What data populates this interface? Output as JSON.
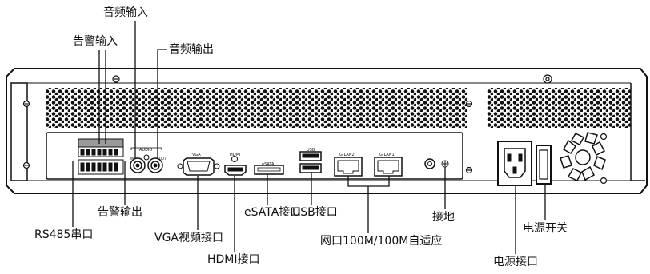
{
  "labels": {
    "audio_in": "音频输入",
    "alarm_in": "告警输入",
    "audio_out": "音频输出",
    "alarm_out": "告警输出",
    "rs485": "RS485串口",
    "vga": "VGA视频接口",
    "hdmi": "HDMI接口",
    "esata": "eSATA接口",
    "usb": "USB接口",
    "ethernet": "网口100M/100M自适应",
    "ground": "接地",
    "power_switch": "电源开关",
    "power_inlet": "电源接口"
  },
  "panel_text": {
    "audio": "AUDIO",
    "vga": "VGA",
    "hdmi": "HDMI",
    "esata": "eSATA",
    "usb": "USB",
    "lan2": "G LAN2",
    "lan1": "G LAN1",
    "in": "IN",
    "out": "OUT"
  },
  "colors": {
    "line": "#111111",
    "panel": "#ffffff",
    "vent_dot": "#111111"
  },
  "icons": [
    "screw-icon",
    "ground-symbol-icon",
    "power-inlet-icon",
    "fan-grille-icon"
  ]
}
